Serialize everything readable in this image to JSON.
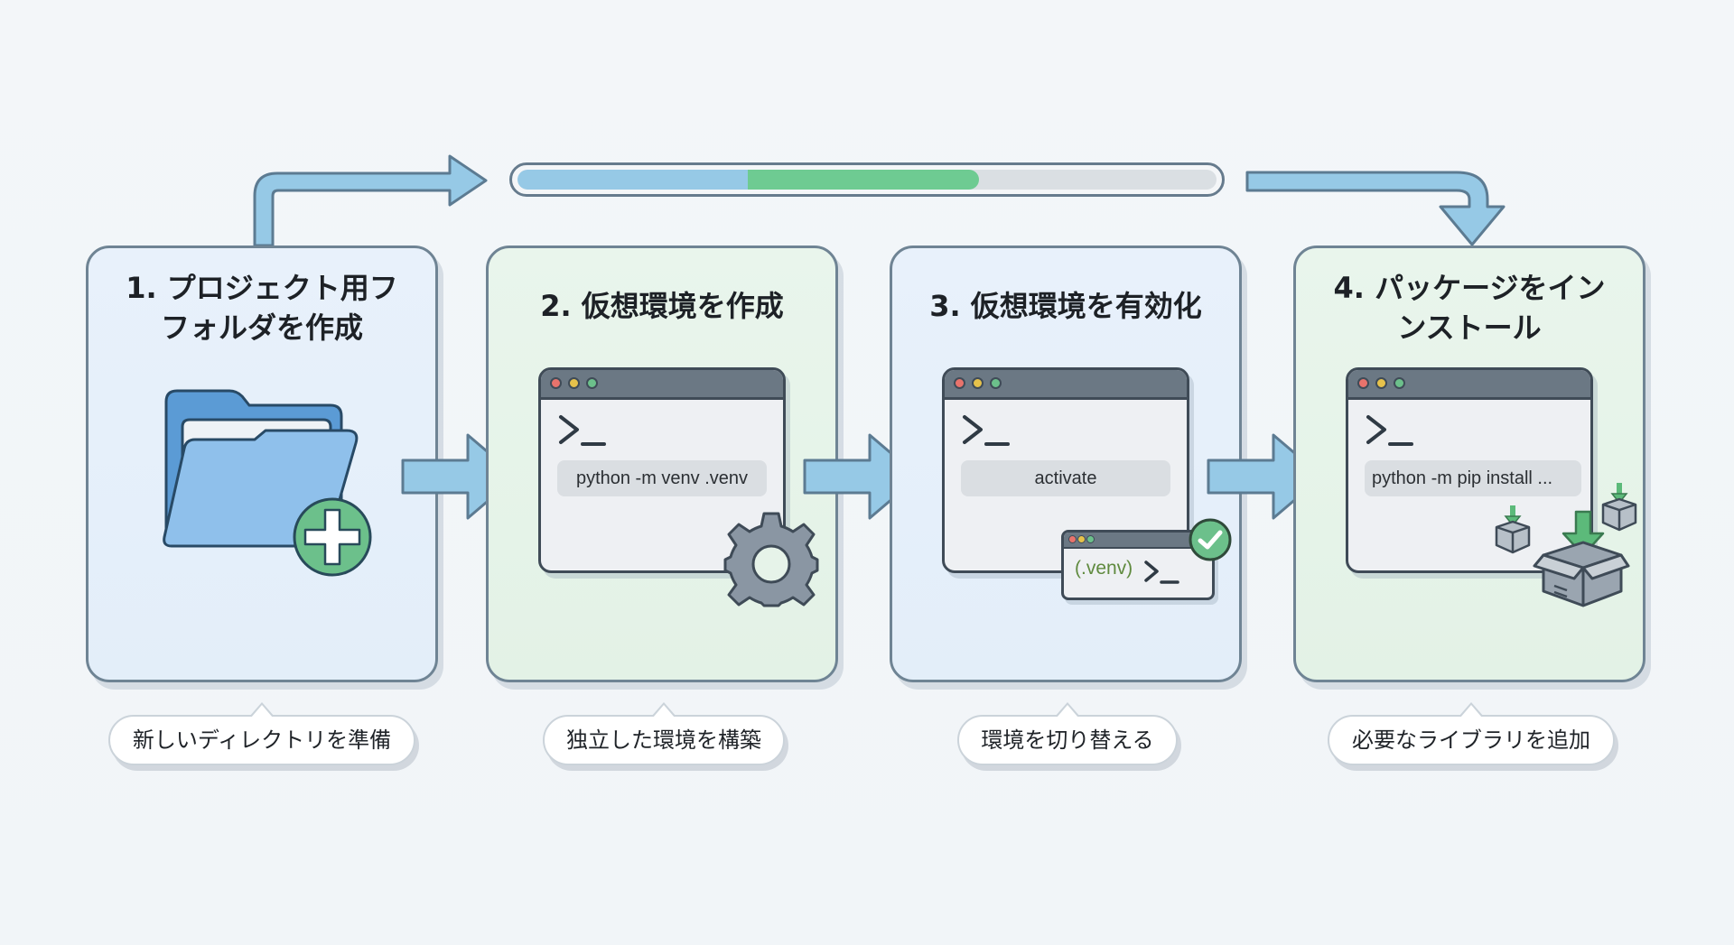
{
  "progress": {
    "segments": [
      {
        "name": "completed",
        "fraction": 0.33,
        "color": "#96c9e6"
      },
      {
        "name": "in-progress",
        "fraction": 0.33,
        "color": "#6ecb92"
      }
    ],
    "track_color": "#dadfe3"
  },
  "colors": {
    "arrow_fill": "#96c9e6",
    "arrow_stroke": "#5c7b92",
    "card_blue_bg": "#e6f0fa",
    "card_green_bg": "#e6f3e9",
    "accent_green": "#6ecb92",
    "card_border": "#6f8494"
  },
  "steps": [
    {
      "title_lines": [
        "1. プロジェクト用フ",
        "フォルダを作成"
      ],
      "icon": "folder-plus-icon",
      "caption": "新しいディレクトリを準備"
    },
    {
      "title_lines": [
        "2. 仮想環境を作成"
      ],
      "icon": "terminal-gear-icon",
      "command": "python -m venv .venv",
      "caption": "独立した環境を構築"
    },
    {
      "title_lines": [
        "3. 仮想環境を有効化"
      ],
      "icon": "terminal-check-icon",
      "command": "activate",
      "sub_prompt": "(.venv)",
      "caption": "環境を切り替える"
    },
    {
      "title_lines": [
        "4. パッケージをイン",
        "ンストール"
      ],
      "icon": "terminal-package-icon",
      "command": "python -m pip install ...",
      "caption": "必要なライブラリを追加"
    }
  ]
}
